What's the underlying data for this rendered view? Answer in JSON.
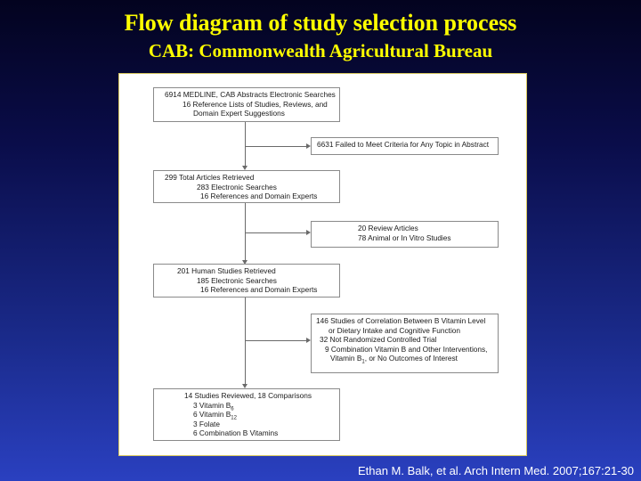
{
  "slide": {
    "title": "Flow diagram of study selection process",
    "subtitle": "CAB: Commonwealth Agricultural Bureau",
    "citation": "Ethan M. Balk, et al. Arch Intern Med. 2007;167:21-30"
  },
  "flow": {
    "box1": {
      "line1": "6914 MEDLINE, CAB Abstracts Electronic Searches",
      "line2": "16 Reference Lists of Studies, Reviews, and",
      "line3": "Domain Expert Suggestions"
    },
    "excl1": {
      "line1": "6631 Failed to Meet Criteria for Any Topic in Abstract"
    },
    "box2": {
      "line1": "299 Total Articles Retrieved",
      "line2": "283 Electronic Searches",
      "line3": "16 References and Domain Experts"
    },
    "excl2": {
      "line1": "20 Review Articles",
      "line2": "78 Animal or In Vitro Studies"
    },
    "box3": {
      "line1": "201 Human Studies Retrieved",
      "line2": "185 Electronic Searches",
      "line3": "16 References and Domain Experts"
    },
    "excl3": {
      "line1": "146 Studies of Correlation Between B Vitamin Level",
      "line2": "or Dietary Intake and Cognitive Function",
      "line3": "32 Not Randomized Controlled Trial",
      "line4": "9 Combination Vitamin B and Other Interventions,",
      "line5a": "Vitamin B",
      "line5sub": "1",
      "line5b": ", or No Outcomes of Interest"
    },
    "box4": {
      "line1": "14 Studies Reviewed, 18 Comparisons",
      "line2a": "3 Vitamin B",
      "line2sub": "6",
      "line3a": "6 Vitamin B",
      "line3sub": "12",
      "line4": "3 Folate",
      "line5": "6 Combination B Vitamins"
    }
  }
}
